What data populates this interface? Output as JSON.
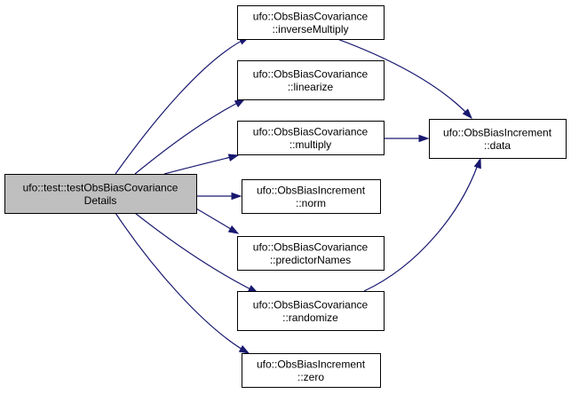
{
  "colors": {
    "root_fill": "#bfbfbf",
    "node_fill": "#ffffff",
    "edge": "#191970",
    "border": "#000000"
  },
  "nodes": [
    {
      "id": "root",
      "line1": "ufo::test::testObsBiasCovariance",
      "line2": "Details"
    },
    {
      "id": "inverseMultiply",
      "line1": "ufo::ObsBiasCovariance",
      "line2": "::inverseMultiply"
    },
    {
      "id": "linearize",
      "line1": "ufo::ObsBiasCovariance",
      "line2": "::linearize"
    },
    {
      "id": "multiply",
      "line1": "ufo::ObsBiasCovariance",
      "line2": "::multiply"
    },
    {
      "id": "norm",
      "line1": "ufo::ObsBiasIncrement",
      "line2": "::norm"
    },
    {
      "id": "predictorNames",
      "line1": "ufo::ObsBiasCovariance",
      "line2": "::predictorNames"
    },
    {
      "id": "randomize",
      "line1": "ufo::ObsBiasCovariance",
      "line2": "::randomize"
    },
    {
      "id": "zero",
      "line1": "ufo::ObsBiasIncrement",
      "line2": "::zero"
    },
    {
      "id": "data",
      "line1": "ufo::ObsBiasIncrement",
      "line2": "::data"
    }
  ],
  "edges": [
    {
      "from": "root",
      "to": "inverseMultiply"
    },
    {
      "from": "root",
      "to": "linearize"
    },
    {
      "from": "root",
      "to": "multiply"
    },
    {
      "from": "root",
      "to": "norm"
    },
    {
      "from": "root",
      "to": "predictorNames"
    },
    {
      "from": "root",
      "to": "randomize"
    },
    {
      "from": "root",
      "to": "zero"
    },
    {
      "from": "inverseMultiply",
      "to": "data"
    },
    {
      "from": "multiply",
      "to": "data"
    },
    {
      "from": "randomize",
      "to": "data"
    }
  ]
}
